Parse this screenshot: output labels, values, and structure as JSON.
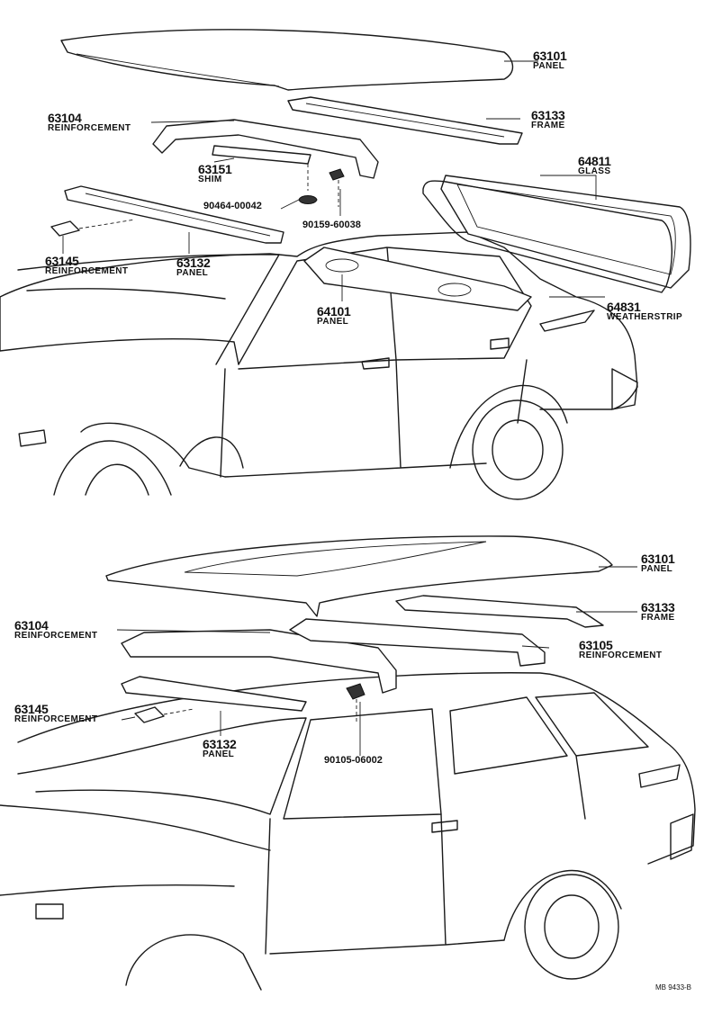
{
  "top_diagram": {
    "labels": [
      {
        "id": "t1",
        "part": "63101",
        "name": "PANEL"
      },
      {
        "id": "t2",
        "part": "63133",
        "name": "FRAME"
      },
      {
        "id": "t3",
        "part": "63104",
        "name": "REINFORCEMENT"
      },
      {
        "id": "t4",
        "part": "63151",
        "name": "SHIM"
      },
      {
        "id": "t5",
        "part": "64811",
        "name": "GLASS"
      },
      {
        "id": "t6",
        "part": "90464-00042",
        "name": ""
      },
      {
        "id": "t7",
        "part": "90159-60038",
        "name": ""
      },
      {
        "id": "t8",
        "part": "63145",
        "name": "REINFORCEMENT"
      },
      {
        "id": "t9",
        "part": "63132",
        "name": "PANEL"
      },
      {
        "id": "t10",
        "part": "64101",
        "name": "PANEL"
      },
      {
        "id": "t11",
        "part": "64831",
        "name": "WEATHERSTRIP"
      }
    ]
  },
  "bottom_diagram": {
    "labels": [
      {
        "id": "b1",
        "part": "63101",
        "name": "PANEL"
      },
      {
        "id": "b2",
        "part": "63133",
        "name": "FRAME"
      },
      {
        "id": "b3",
        "part": "63104",
        "name": "REINFORCEMENT"
      },
      {
        "id": "b4",
        "part": "63105",
        "name": "REINFORCEMENT"
      },
      {
        "id": "b5",
        "part": "63145",
        "name": "REINFORCEMENT"
      },
      {
        "id": "b6",
        "part": "63132",
        "name": "PANEL"
      },
      {
        "id": "b7",
        "part": "90105-06002",
        "name": ""
      }
    ]
  },
  "footer": {
    "ref_code": "MB 9433-B"
  }
}
